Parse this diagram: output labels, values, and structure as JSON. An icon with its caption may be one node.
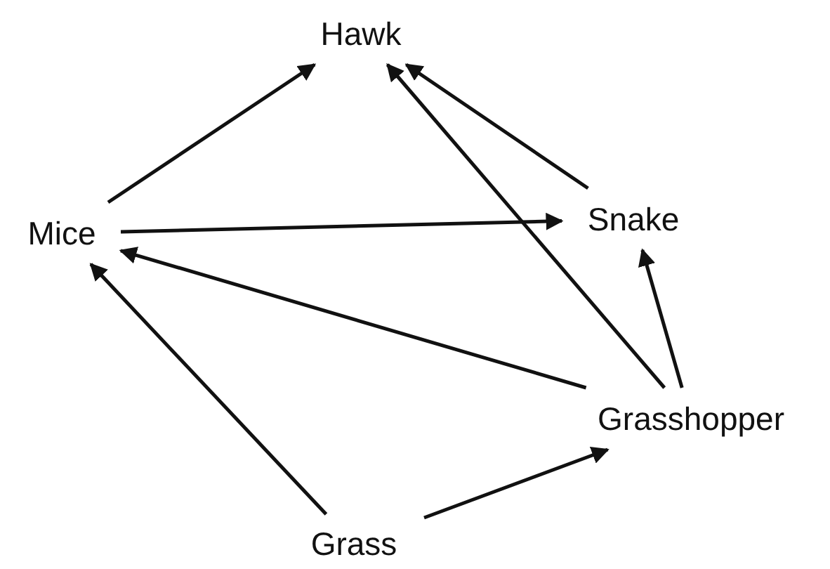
{
  "diagram": {
    "nodes": [
      {
        "text": [
          "Hawk"
        ]
      },
      {
        "text": [
          "Mice"
        ]
      },
      {
        "text": [
          "Snake"
        ]
      },
      {
        "text": [
          "Grasshopper"
        ]
      },
      {
        "text": [
          "Grass"
        ]
      }
    ],
    "edges": [
      {
        "from": 1,
        "to": 0,
        "arrow": "to"
      },
      {
        "from": 1,
        "to": 2,
        "arrow": "to"
      },
      {
        "from": 2,
        "to": 0,
        "arrow": "to"
      },
      {
        "from": 3,
        "to": 0,
        "arrow": "to"
      },
      {
        "from": 3,
        "to": 2,
        "arrow": "to"
      },
      {
        "from": 3,
        "to": 1,
        "arrow": "to"
      },
      {
        "from": 4,
        "to": 1,
        "arrow": "to"
      },
      {
        "from": 4,
        "to": 3,
        "arrow": "to"
      }
    ]
  }
}
